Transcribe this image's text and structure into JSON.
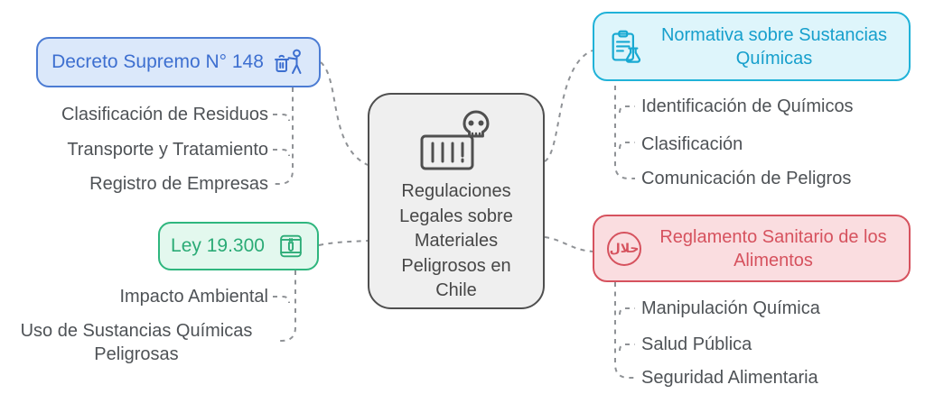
{
  "center": {
    "label": "Regulaciones Legales sobre Materiales Peligrosos en Chile",
    "icon": "hazard-crate-skull-icon"
  },
  "branches": {
    "decreto": {
      "label": "Decreto Supremo N° 148",
      "icon": "waste-disposal-icon",
      "accent_color": "#4c7cd3",
      "fill_color": "#dbe8fa",
      "children": [
        "Clasificación de Residuos",
        "Transporte y Tratamiento",
        "Registro de Empresas"
      ]
    },
    "ley": {
      "label": "Ley 19.300",
      "icon": "chemical-sample-bag-icon",
      "accent_color": "#2fb67e",
      "fill_color": "#e3f8ee",
      "children": [
        "Impacto Ambiental",
        "Uso de Sustancias Químicas Peligrosas"
      ]
    },
    "normativa": {
      "label": "Normativa sobre Sustancias Químicas",
      "icon": "clipboard-flask-icon",
      "accent_color": "#20b2d8",
      "fill_color": "#def5fb",
      "children": [
        "Identificación de Químicos",
        "Clasificación",
        "Comunicación de Peligros"
      ]
    },
    "reglamento": {
      "label": "Reglamento Sanitario de los Alimentos",
      "icon": "halal-icon",
      "icon_text": "حلال",
      "accent_color": "#d6525e",
      "fill_color": "#fadde0",
      "children": [
        "Manipulación Química",
        "Salud Pública",
        "Seguridad Alimentaria"
      ]
    }
  },
  "connector_color": "#8f9296",
  "center_colors": {
    "border": "#4f4f4f",
    "fill": "#efefef"
  }
}
